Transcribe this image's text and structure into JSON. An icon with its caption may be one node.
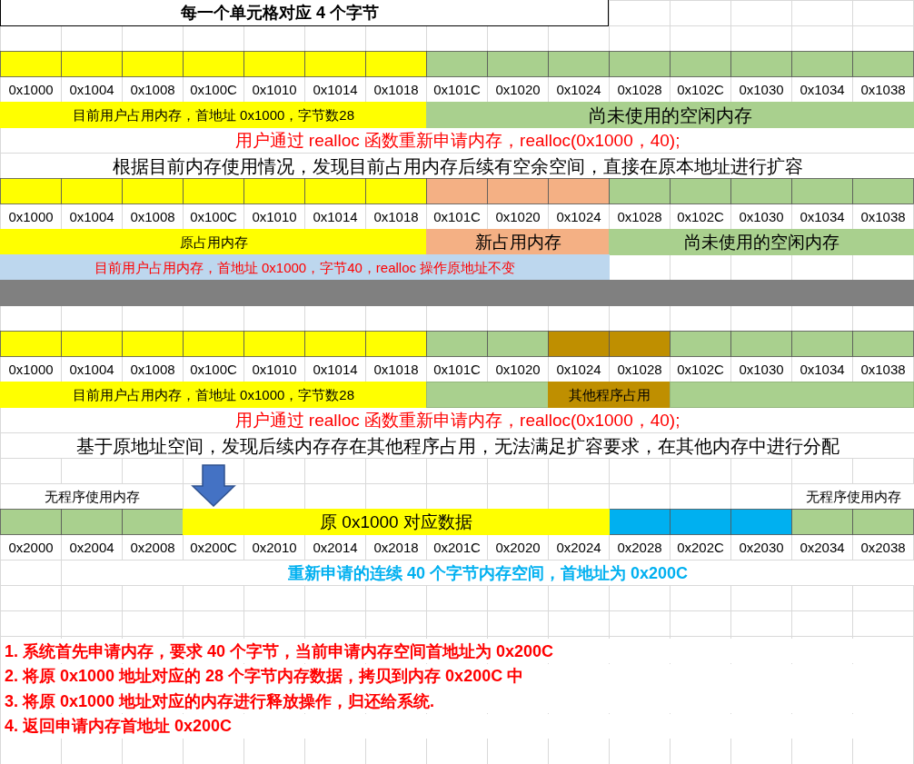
{
  "diagram": {
    "title": "每一个单元格对应 4 个字节",
    "nodes": [
      {
        "text": [
          "目前用户占用内存，首地址 0x1000，字节数28"
        ]
      },
      {
        "text": [
          "尚未使用的空闲内存"
        ]
      },
      {
        "text": [
          "原占用内存"
        ]
      },
      {
        "text": [
          "新占用内存"
        ]
      },
      {
        "text": [
          "尚未使用的空闲内存"
        ]
      },
      {
        "text": [
          "目前用户占用内存，首地址 0x1000，字节40，realloc 操作原地址不变"
        ]
      },
      {
        "text": [],
        "shape": "bar"
      },
      {
        "text": [
          "目前用户占用内存，首地址 0x1000，字节数28"
        ]
      },
      {
        "text": [],
        "shape": "box"
      },
      {
        "text": [
          "其他程序占用"
        ]
      },
      {
        "text": [],
        "shape": "box"
      },
      {
        "text": [
          "原 0x1000 对应数据"
        ]
      }
    ],
    "edges": [
      {
        "from": null,
        "to": 11,
        "arrow": "to"
      }
    ],
    "labels": [
      "0x1000",
      "0x1004",
      "0x1008",
      "0x100C",
      "0x1010",
      "0x1014",
      "0x1018",
      "0x101C",
      "0x1020",
      "0x1024",
      "0x1028",
      "0x102C",
      "0x1030",
      "0x1034",
      "0x1038",
      "用户通过 realloc 函数重新申请内存，realloc(0x1000，40);",
      "根据目前内存使用情况，发现目前占用内存后续有空余空间，直接在原本地址进行扩容",
      "0x1000",
      "0x1004",
      "0x1008",
      "0x100C",
      "0x1010",
      "0x1014",
      "0x1018",
      "0x101C",
      "0x1020",
      "0x1024",
      "0x1028",
      "0x102C",
      "0x1030",
      "0x1034",
      "0x1038",
      "0x1000",
      "0x1004",
      "0x1008",
      "0x100C",
      "0x1010",
      "0x1014",
      "0x1018",
      "0x101C",
      "0x1020",
      "0x1024",
      "0x1028",
      "0x102C",
      "0x1030",
      "0x1034",
      "0x1038",
      "用户通过 realloc 函数重新申请内存，realloc(0x1000，40);",
      "基于原地址空间，发现后续内存存在其他程序占用，无法满足扩容要求，在其他内存中进行分配",
      "无程序使用内存",
      "无程序使用内存",
      "0x2000",
      "0x2004",
      "0x2008",
      "0x200C",
      "0x2010",
      "0x2014",
      "0x2018",
      "0x201C",
      "0x2020",
      "0x2024",
      "0x2028",
      "0x202C",
      "0x2030",
      "0x2034",
      "0x2038",
      "重新申请的连续 40 个字节内存空间，首地址为 0x200C",
      "1. 系统首先申请内存，要求 40 个字节，当前申请内存空间首地址为 0x200C",
      "2. 将原 0x1000 地址对应的 28 个字节内存数据，拷贝到内存 0x200C 中",
      "3. 将原 0x1000 地址对应的内存进行释放操作，归还给系统.",
      "4. 返回申请内存首地址 0x200C"
    ]
  }
}
